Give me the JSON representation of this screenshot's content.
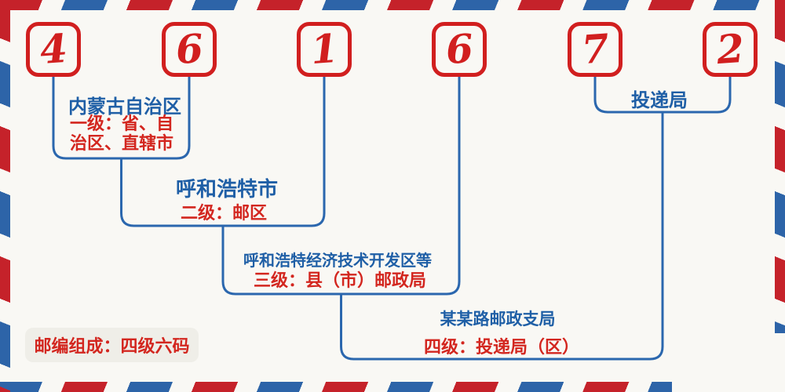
{
  "colors": {
    "background": "#f9f8f4",
    "stripe_red": "#c5222a",
    "stripe_blue": "#2d64a8",
    "digit_red": "#d11f1f",
    "bracket_line_blue": "#2b67ae",
    "level_name_blue": "#1f5fa6",
    "level_desc_red": "#d3261f",
    "badge_background": "#efeee8"
  },
  "postal_code": {
    "digits": [
      "4",
      "6",
      "1",
      "6",
      "7",
      "2"
    ]
  },
  "levels": [
    {
      "name": "内蒙古自治区",
      "desc": "一级：省、自治区、直辖市"
    },
    {
      "name": "呼和浩特市",
      "desc": "二级：邮区"
    },
    {
      "name": "呼和浩特经济技术开发区等",
      "desc": "三级：县（市）邮政局"
    },
    {
      "name": "某某路邮政支局",
      "desc": "四级：投递局（区）"
    }
  ],
  "delivery_office_label": "投递局",
  "badge_label": "邮编组成：四级六码"
}
